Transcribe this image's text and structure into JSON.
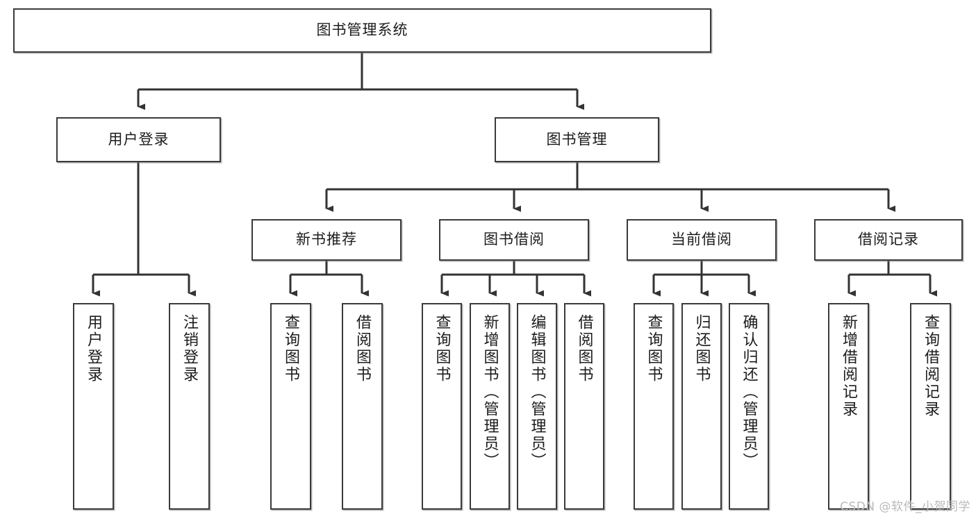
{
  "diagram": {
    "type": "tree-hierarchy",
    "title": "图书管理系统",
    "watermark": "CSDN @软件_小贺同学",
    "colors": {
      "node_border": "#3a3a3a",
      "node_fill": "#ffffff",
      "edge": "#333333",
      "watermark": "#b9b9b9",
      "background": "#ffffff"
    },
    "levels": {
      "root": {
        "id": "root",
        "label": "图书管理系统",
        "orientation": "horizontal"
      },
      "level2": [
        {
          "id": "user-login",
          "label": "用户登录",
          "orientation": "horizontal"
        },
        {
          "id": "book-management",
          "label": "图书管理",
          "orientation": "horizontal"
        }
      ],
      "level3": [
        {
          "id": "new-book-recommend",
          "label": "新书推荐",
          "orientation": "horizontal",
          "parent": "book-management"
        },
        {
          "id": "book-borrow",
          "label": "图书借阅",
          "orientation": "horizontal",
          "parent": "book-management"
        },
        {
          "id": "current-borrow",
          "label": "当前借阅",
          "orientation": "horizontal",
          "parent": "book-management"
        },
        {
          "id": "borrow-record",
          "label": "借阅记录",
          "orientation": "horizontal",
          "parent": "book-management"
        }
      ],
      "leaves": [
        {
          "id": "leaf-user-login",
          "label": "用户登录",
          "orientation": "vertical",
          "parent": "user-login"
        },
        {
          "id": "leaf-logout",
          "label": "注销登录",
          "orientation": "vertical",
          "parent": "user-login"
        },
        {
          "id": "leaf-query-book-1",
          "label": "查询图书",
          "orientation": "vertical",
          "parent": "new-book-recommend"
        },
        {
          "id": "leaf-borrow-book-1",
          "label": "借阅图书",
          "orientation": "vertical",
          "parent": "new-book-recommend"
        },
        {
          "id": "leaf-query-book-2",
          "label": "查询图书",
          "orientation": "vertical",
          "parent": "book-borrow"
        },
        {
          "id": "leaf-add-book",
          "label": "新增图书（管理员）",
          "orientation": "vertical",
          "parent": "book-borrow"
        },
        {
          "id": "leaf-edit-book",
          "label": "编辑图书（管理员）",
          "orientation": "vertical",
          "parent": "book-borrow"
        },
        {
          "id": "leaf-borrow-book-2",
          "label": "借阅图书",
          "orientation": "vertical",
          "parent": "book-borrow"
        },
        {
          "id": "leaf-query-book-3",
          "label": "查询图书",
          "orientation": "vertical",
          "parent": "current-borrow"
        },
        {
          "id": "leaf-return-book",
          "label": "归还图书",
          "orientation": "vertical",
          "parent": "current-borrow"
        },
        {
          "id": "leaf-confirm-return",
          "label": "确认归还（管理员）",
          "orientation": "vertical",
          "parent": "current-borrow"
        },
        {
          "id": "leaf-add-record",
          "label": "新增借阅记录",
          "orientation": "vertical",
          "parent": "borrow-record"
        },
        {
          "id": "leaf-query-record",
          "label": "查询借阅记录",
          "orientation": "vertical",
          "parent": "borrow-record"
        }
      ]
    }
  }
}
